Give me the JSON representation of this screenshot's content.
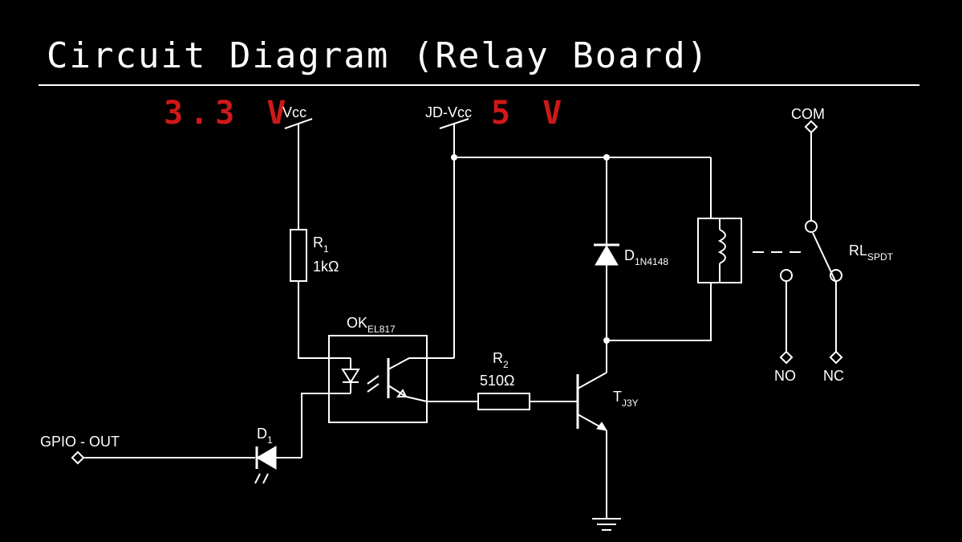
{
  "title": "Circuit Diagram (Relay Board)",
  "colors": {
    "background": "#000000",
    "line": "#ffffff",
    "voltage": "#d01818"
  },
  "voltages": {
    "logic": "3.3 V",
    "relay": "5 V"
  },
  "supplies": {
    "vcc": "Vcc",
    "jd_vcc": "JD-Vcc"
  },
  "r1": {
    "name": "R",
    "index": "1",
    "value": "1kΩ"
  },
  "r2": {
    "name": "R",
    "index": "2",
    "value": "510Ω"
  },
  "optocoupler": {
    "name": "OK",
    "model": "EL817"
  },
  "d1": {
    "name": "D",
    "index": "1"
  },
  "diode": {
    "name": "D",
    "model": "1N4148"
  },
  "transistor": {
    "name": "T",
    "model": "J3Y"
  },
  "relay": {
    "name": "RL",
    "type": "SPDT"
  },
  "terminals": {
    "gpio": "GPIO - OUT",
    "com": "COM",
    "no": "NO",
    "nc": "NC"
  }
}
